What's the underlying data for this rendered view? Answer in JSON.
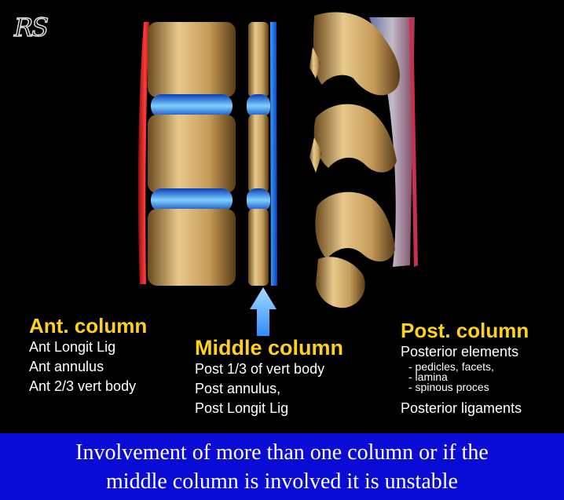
{
  "logo": {
    "text": "RS"
  },
  "columns": {
    "anterior": {
      "title": "Ant. column",
      "lines": [
        "Ant Longit Lig",
        "Ant annulus",
        "Ant 2/3 vert body"
      ]
    },
    "middle": {
      "title": "Middle column",
      "lines": [
        "Post 1/3 of vert body",
        "Post annulus,",
        "Post Longit Lig"
      ]
    },
    "posterior": {
      "title": "Post. column",
      "line1": "Posterior elements",
      "sub": [
        "- pedicles, facets,",
        "- lamina",
        "- spinous proces"
      ],
      "line2": "Posterior ligaments"
    }
  },
  "caption": {
    "line1": "Involvement of more than one column or if the",
    "line2": "middle column is involved it is unstable"
  },
  "colors": {
    "title_yellow": "#ffd21a",
    "ligament_red": "#e8232a",
    "disc_blue": "#2f8cff",
    "caption_bg": "#0b0bd6",
    "bone": "#c9a060"
  }
}
